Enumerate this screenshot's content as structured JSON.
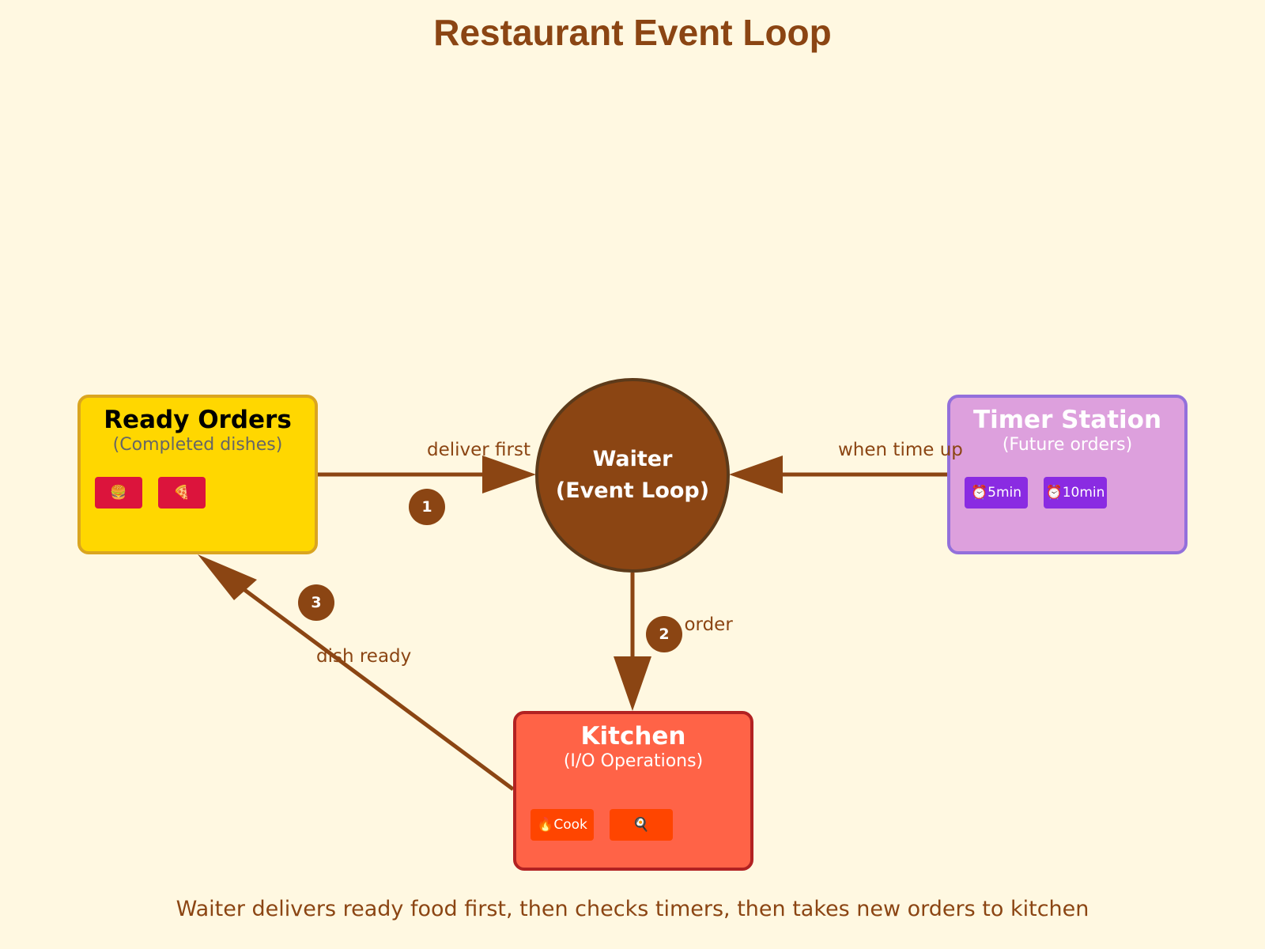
{
  "title": "Restaurant Event Loop",
  "nodes": {
    "ready": {
      "name": "Ready Orders",
      "subtitle": "(Completed dishes)",
      "chips": [
        "🍔",
        "🍕"
      ]
    },
    "waiter": {
      "line1": "Waiter",
      "line2": "(Event Loop)"
    },
    "timer": {
      "name": "Timer Station",
      "subtitle": "(Future orders)",
      "chips": [
        "⏰5min",
        "⏰10min"
      ]
    },
    "kitchen": {
      "name": "Kitchen",
      "subtitle": "(I/O Operations)",
      "chips": [
        "🔥Cook",
        "🍳"
      ]
    }
  },
  "edges": {
    "ready_to_waiter": "deliver first",
    "timer_to_waiter": "when time up",
    "waiter_to_kitchen": "e order",
    "kitchen_to_ready": "dish ready"
  },
  "steps": [
    "1",
    "2",
    "3"
  ],
  "caption": "Waiter delivers ready food first, then checks timers, then takes new orders to kitchen",
  "colors": {
    "background": "#fff8e1",
    "accent": "#8b4513",
    "ready_fill": "#ffd700",
    "timer_fill": "#dda0dd",
    "kitchen_fill": "#ff6347"
  }
}
